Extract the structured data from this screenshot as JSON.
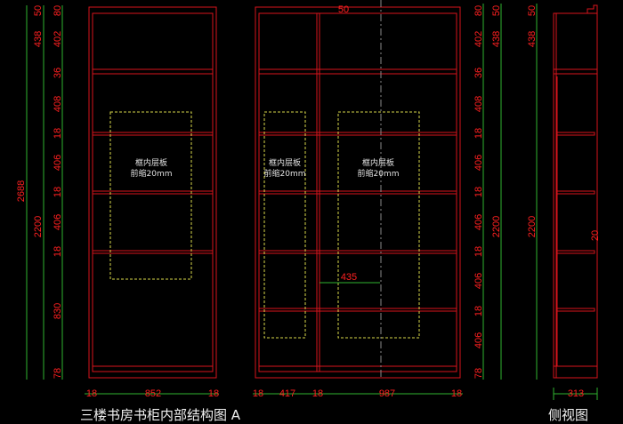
{
  "title_main": "三楼书房书柜内部结构图 A",
  "title_side": "侧视图",
  "shelf_note": {
    "line1": "框内层板",
    "line2": "前缩20mm"
  },
  "left_dims": {
    "total": "2688",
    "upper": "438",
    "top": "50",
    "lower": "2200",
    "stack": [
      "80",
      "402",
      "36",
      "408",
      "18",
      "406",
      "18",
      "406",
      "18",
      "830",
      "78"
    ]
  },
  "right_dims": {
    "stack": [
      "80",
      "402",
      "36",
      "408",
      "18",
      "406",
      "18",
      "406",
      "18",
      "406",
      "18",
      "406",
      "78"
    ],
    "top": "50",
    "upper": "438",
    "lower": "2200"
  },
  "side_dims": {
    "top": "50",
    "upper": "438",
    "lower": "2200",
    "depth": "313",
    "offset": "20"
  },
  "bottom_dims": {
    "a": [
      "18",
      "852",
      "18"
    ],
    "b": [
      "18",
      "417",
      "18",
      "987",
      "18"
    ]
  },
  "mid_top": "50",
  "inner_dim": "435",
  "colors": {
    "line": "#d8141c",
    "dim": "#2fb52f",
    "hidden": "#d8d84a"
  }
}
